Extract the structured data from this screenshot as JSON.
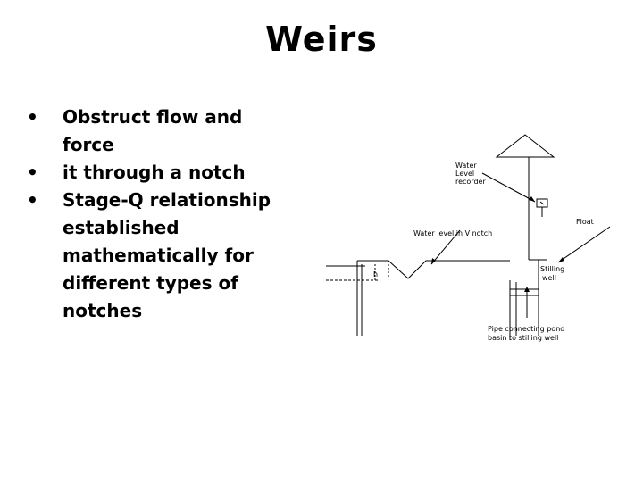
{
  "slide": {
    "title": "Weirs",
    "bullets": [
      {
        "marker": "•",
        "text": "Obstruct flow and force"
      },
      {
        "marker": "•",
        "text": "it through a notch"
      },
      {
        "marker": "•",
        "text": "Stage-Q relationship established mathematically for different types of notches"
      }
    ]
  },
  "diagram": {
    "labels": {
      "water_level_recorder": [
        "Water",
        "Level",
        "recorder"
      ],
      "water_level_notch": "Water level in V notch",
      "float": "Float",
      "stilling_well": [
        "Stilling",
        "well"
      ],
      "pipe": [
        "Pipe connecting pond",
        "basin to stilling well"
      ],
      "head": "h"
    }
  }
}
